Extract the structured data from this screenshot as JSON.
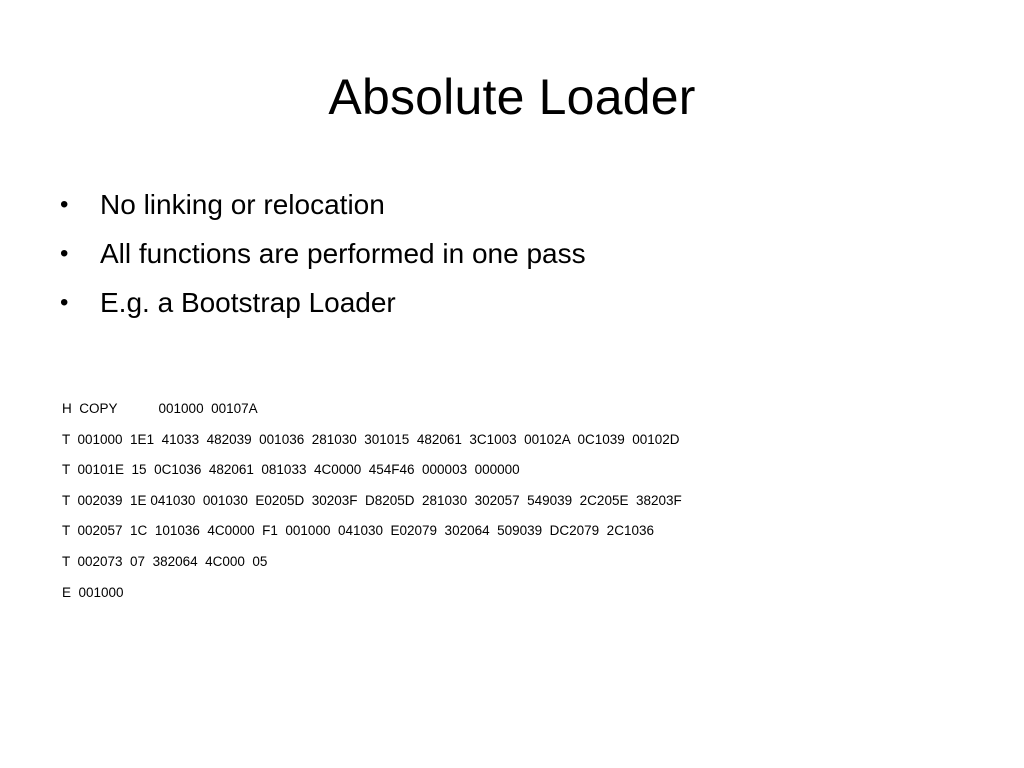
{
  "slide": {
    "title": "Absolute Loader",
    "bullet_char": "•",
    "bullets": [
      "No linking or relocation",
      "All functions are performed in one pass",
      "E.g. a Bootstrap Loader"
    ],
    "records": [
      "H  COPY           001000  00107A",
      "T  001000  1E1  41033  482039  001036  281030  301015  482061  3C1003  00102A  0C1039  00102D",
      "T  00101E  15  0C1036  482061  081033  4C0000  454F46  000003  000000",
      "T  002039  1E 041030  001030  E0205D  30203F  D8205D  281030  302057  549039  2C205E  38203F",
      "T  002057  1C  101036  4C0000  F1  001000  041030  E02079  302064  509039  DC2079  2C1036",
      "T  002073  07  382064  4C000  05",
      "E  001000"
    ]
  }
}
